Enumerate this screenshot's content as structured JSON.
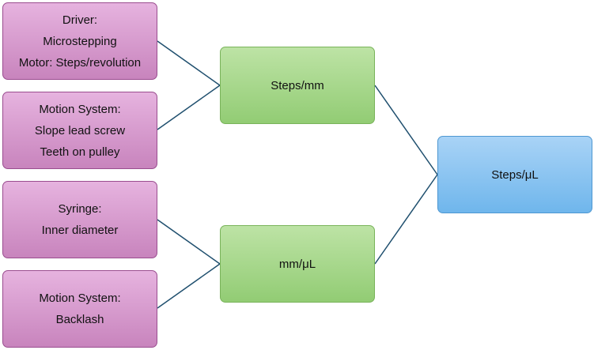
{
  "nodes": {
    "driver": {
      "lines": [
        "Driver:",
        "Microstepping",
        "Motor: Steps/revolution"
      ]
    },
    "motion_system_1": {
      "lines": [
        "Motion System:",
        "Slope lead screw",
        "Teeth on pulley"
      ]
    },
    "syringe": {
      "lines": [
        "Syringe:",
        "Inner diameter"
      ]
    },
    "motion_system_2": {
      "lines": [
        "Motion System:",
        "Backlash"
      ]
    },
    "steps_per_mm": {
      "label": "Steps/mm"
    },
    "mm_per_ul": {
      "label": "mm/μL"
    },
    "steps_per_ul": {
      "label": "Steps/μL"
    }
  },
  "colors": {
    "input_box": "#d49ccb",
    "intermediate_box": "#a5d68a",
    "output_box": "#8cc4f0",
    "connector": "#1f4f6e"
  }
}
